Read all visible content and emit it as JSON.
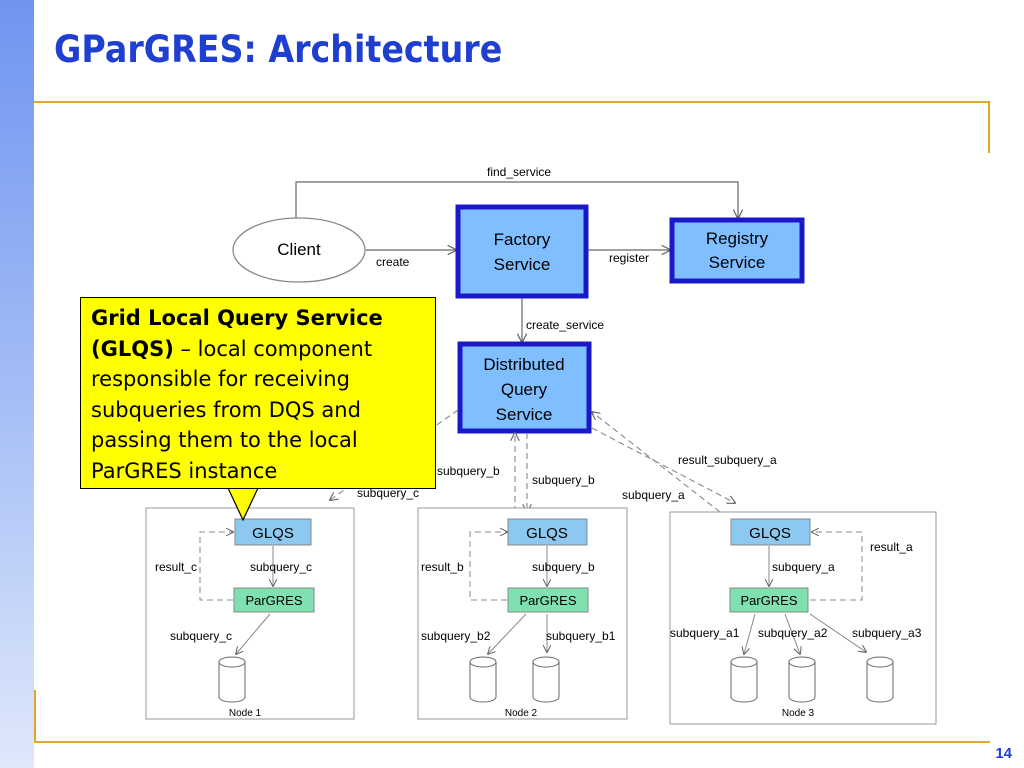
{
  "slide": {
    "title": "GParGRES: Architecture",
    "page_number": "14"
  },
  "diagram": {
    "client": "Client",
    "factory_service": [
      "Factory",
      "Service"
    ],
    "registry_service": [
      "Registry",
      "Service"
    ],
    "dqs": [
      "Distributed",
      "Query",
      "Service"
    ],
    "edges": {
      "find_service": "find_service",
      "create": "create",
      "register": "register",
      "create_service": "create_service",
      "subquery_b_top": "subquery_b",
      "subquery_b_mid": "subquery_b",
      "subquery_c_top": "subquery_c",
      "result_subquery_a": "result_subquery_a",
      "subquery_a_top": "subquery_a"
    },
    "nodes": [
      {
        "glqs": "GLQS",
        "pargres": "ParGRES",
        "name": "Node 1",
        "result_label": "result_c",
        "sub_label": "subquery_c",
        "db_labels": [
          "subquery_c"
        ]
      },
      {
        "glqs": "GLQS",
        "pargres": "ParGRES",
        "name": "Node 2",
        "result_label": "result_b",
        "sub_label": "subquery_b",
        "db_labels": [
          "subquery_b2",
          "subquery_b1"
        ]
      },
      {
        "glqs": "GLQS",
        "pargres": "ParGRES",
        "name": "Node 3",
        "result_label": "result_a",
        "sub_label": "subquery_a",
        "db_labels": [
          "subquery_a1",
          "subquery_a2",
          "subquery_a3"
        ]
      }
    ]
  },
  "callout": {
    "bold": "Grid Local Query Service (GLQS)",
    "rest": " – local component responsible for receiving subqueries from DQS and passing them to the local ParGRES instance"
  }
}
